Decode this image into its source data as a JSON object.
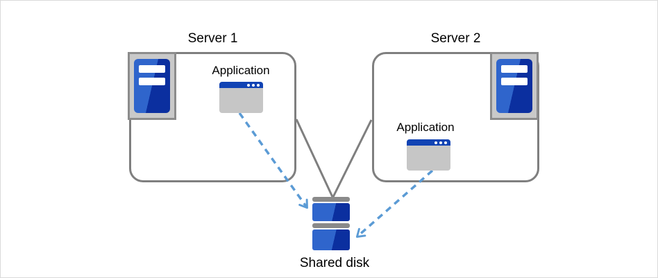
{
  "diagram": {
    "server1": {
      "label": "Server 1",
      "application_label": "Application"
    },
    "server2": {
      "label": "Server 2",
      "application_label": "Application"
    },
    "shared_disk": {
      "label": "Shared disk"
    },
    "icons": {
      "server_icon": "server-tower-icon",
      "application_icon": "application-window-icon",
      "disk_icon": "stacked-disk-icon"
    },
    "colors": {
      "canvas_border": "#d9d9d9",
      "box_border": "#7f7f7f",
      "connector_gray": "#7f7f7f",
      "arrow_blue": "#5b9bd5",
      "blue_light": "#2f65cc",
      "blue_dark": "#0b2f9f",
      "title_blue": "#1143b4",
      "icon_frame_fill": "#c9c9c9",
      "icon_frame_border": "#8c8c8c",
      "window_body": "#c6c6c6",
      "disk_cap": "#8a8a8a"
    }
  }
}
